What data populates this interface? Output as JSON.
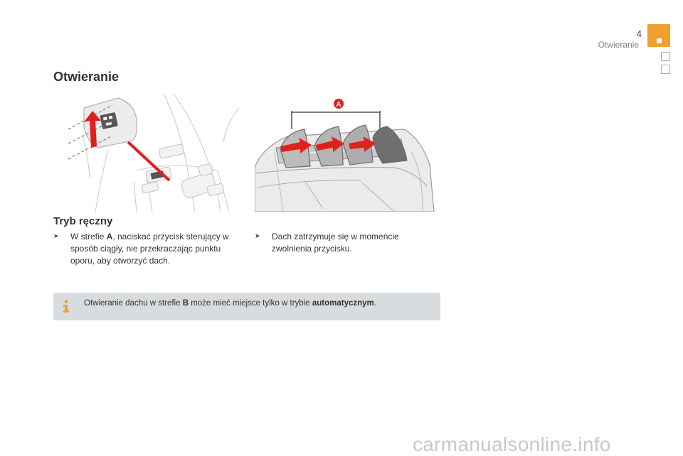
{
  "header": {
    "page_number": "4",
    "section": "Otwieranie"
  },
  "colors": {
    "tab_accent": "#f0a02e",
    "arrow_red": "#e0201c",
    "info_box_bg": "#d9dcde",
    "info_icon": "#f0a02e"
  },
  "main": {
    "title": "Otwieranie",
    "callout_label": "A",
    "subtitle": "Tryb ręczny",
    "bullets": [
      {
        "icon": "arrow-marker-icon",
        "pre": "W strefie ",
        "key": "A",
        "post": ", naciskać przycisk sterujący w sposób ciągły, nie przekraczając punktu oporu, aby otworzyć dach."
      },
      {
        "icon": "arrow-marker-icon",
        "text": "Dach zatrzymuje się w momencie zwolnienia przycisku."
      }
    ],
    "info": {
      "icon": "info-icon",
      "pre": "Otwieranie dachu w strefie ",
      "zone": "B",
      "mid": " może mieć miejsce tylko w trybie ",
      "mode": "automatycznym",
      "post": "."
    }
  },
  "footer": {
    "watermark": "carmanualsonline.info"
  }
}
